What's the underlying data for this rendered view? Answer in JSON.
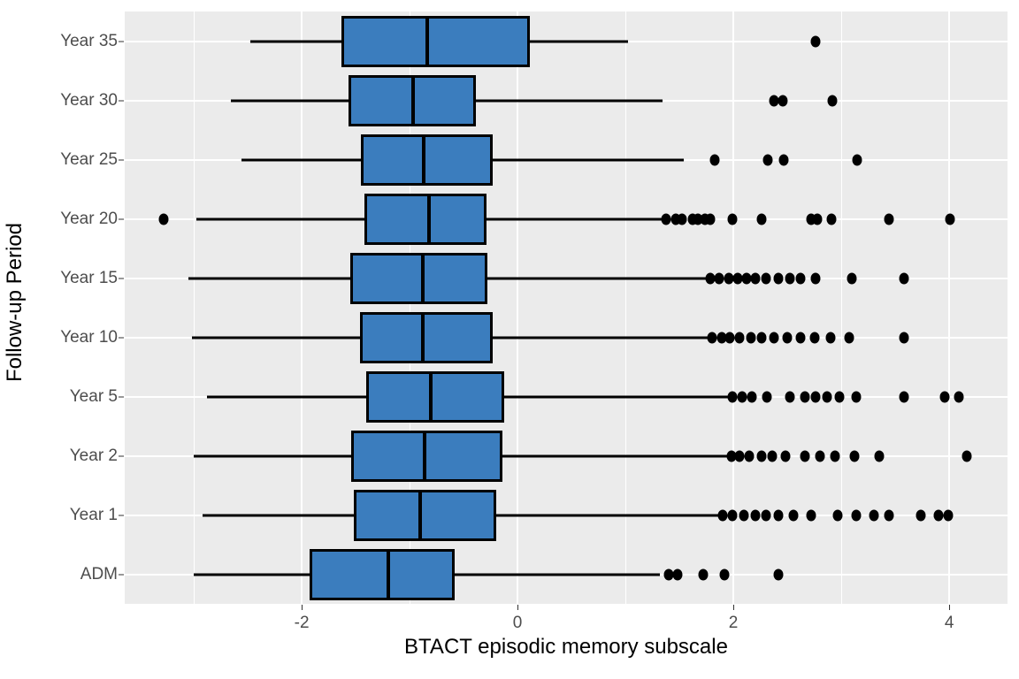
{
  "chart_data": {
    "type": "box",
    "title": "",
    "xlabel": "BTACT episodic memory subscale",
    "ylabel": "Follow-up Period",
    "orientation": "horizontal",
    "xlim": [
      -3.64,
      4.54
    ],
    "xticks": [
      -2,
      0,
      2,
      4
    ],
    "xtick_labels": [
      "-2",
      "0",
      "2",
      "4"
    ],
    "xminor": [
      -3,
      -1,
      1,
      3
    ],
    "grid": true,
    "legend": null,
    "panel_bg": "#EBEBEB",
    "grid_color": "#FFFFFF",
    "box_fill": "#3B7DBE",
    "box_line": "#000000",
    "categories": [
      "Year 35",
      "Year 30",
      "Year 25",
      "Year 20",
      "Year 15",
      "Year 10",
      "Year 5",
      "Year 2",
      "Year 1",
      "ADM"
    ],
    "boxes": [
      {
        "category": "Year 35",
        "whisker_low": -2.48,
        "q1": -1.63,
        "median": -0.84,
        "q3": 0.11,
        "whisker_high": 1.02,
        "outliers": [
          2.76
        ]
      },
      {
        "category": "Year 30",
        "whisker_low": -2.66,
        "q1": -1.57,
        "median": -0.97,
        "q3": -0.39,
        "whisker_high": 1.34,
        "outliers": [
          2.38,
          2.46,
          2.92
        ]
      },
      {
        "category": "Year 25",
        "whisker_low": -2.56,
        "q1": -1.45,
        "median": -0.87,
        "q3": -0.23,
        "whisker_high": 1.54,
        "outliers": [
          1.83,
          2.32,
          2.47,
          3.15
        ]
      },
      {
        "category": "Year 20",
        "whisker_low": -2.98,
        "q1": -1.42,
        "median": -0.82,
        "q3": -0.29,
        "whisker_high": 1.38,
        "outliers": [
          1.38,
          1.47,
          1.52,
          1.62,
          1.67,
          1.74,
          1.79,
          1.99,
          2.26,
          2.72,
          2.78,
          2.91,
          3.44,
          4.01
        ],
        "extra_low_outliers": [
          -3.28
        ]
      },
      {
        "category": "Year 15",
        "whisker_low": -3.05,
        "q1": -1.55,
        "median": -0.88,
        "q3": -0.28,
        "whisker_high": 1.76,
        "outliers": [
          1.79,
          1.87,
          1.96,
          2.04,
          2.12,
          2.2,
          2.3,
          2.42,
          2.52,
          2.62,
          2.76,
          3.1,
          3.58
        ]
      },
      {
        "category": "Year 10",
        "whisker_low": -3.02,
        "q1": -1.46,
        "median": -0.88,
        "q3": -0.23,
        "whisker_high": 1.78,
        "outliers": [
          1.8,
          1.89,
          1.97,
          2.06,
          2.16,
          2.26,
          2.38,
          2.5,
          2.62,
          2.75,
          2.9,
          3.07,
          3.58
        ]
      },
      {
        "category": "Year 5",
        "whisker_low": -2.88,
        "q1": -1.4,
        "median": -0.8,
        "q3": -0.12,
        "whisker_high": 1.96,
        "outliers": [
          1.99,
          2.08,
          2.17,
          2.31,
          2.52,
          2.66,
          2.76,
          2.87,
          2.98,
          3.14,
          3.58,
          3.96,
          4.09
        ]
      },
      {
        "category": "Year 2",
        "whisker_low": -3.0,
        "q1": -1.54,
        "median": -0.86,
        "q3": -0.14,
        "whisker_high": 1.96,
        "outliers": [
          1.98,
          2.06,
          2.15,
          2.26,
          2.36,
          2.48,
          2.66,
          2.8,
          2.94,
          3.12,
          3.35,
          4.16
        ]
      },
      {
        "category": "Year 1",
        "whisker_low": -2.92,
        "q1": -1.52,
        "median": -0.9,
        "q3": -0.2,
        "whisker_high": 1.87,
        "outliers": [
          1.9,
          1.99,
          2.1,
          2.2,
          2.3,
          2.42,
          2.56,
          2.72,
          2.97,
          3.14,
          3.3,
          3.44,
          3.74,
          3.9,
          3.99
        ]
      },
      {
        "category": "ADM",
        "whisker_low": -3.0,
        "q1": -1.93,
        "median": -1.2,
        "q3": -0.58,
        "whisker_high": 1.32,
        "outliers": [
          1.4,
          1.48,
          1.72,
          1.92,
          2.42
        ]
      }
    ]
  }
}
